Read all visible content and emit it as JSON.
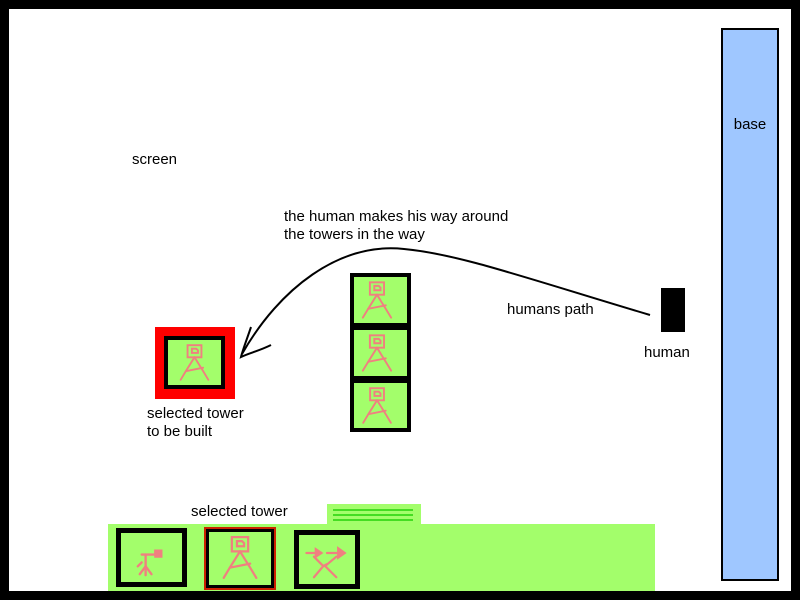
{
  "labels": {
    "screen": "screen",
    "base": "base",
    "human": "human",
    "humans_path": "humans path",
    "path_note_line1": "the human makes his way around",
    "path_note_line2": "the towers in the way",
    "selected_tower_to_build_line1": "selected tower",
    "selected_tower_to_build_line2": "to be built",
    "selected_tower": "selected tower"
  },
  "colors": {
    "background_frame": "#000000",
    "screen": "#ffffff",
    "base": "#9fc7ff",
    "tile": "#a3fe6b",
    "tower_glyph": "#f08080",
    "selection_outline": "#ff0000",
    "tray_tab_lines": "#44dd22"
  },
  "icons": {
    "placed_tower": "stick-tower-icon",
    "tray_tower_1": "cannon-tower-icon",
    "tray_tower_2": "stick-tower-icon",
    "tray_tower_3": "arrow-tower-icon"
  }
}
